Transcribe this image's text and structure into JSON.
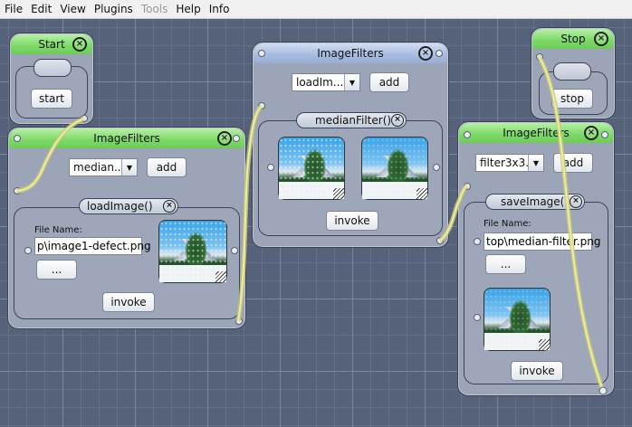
{
  "menubar": {
    "items": [
      {
        "label": "File",
        "enabled": true
      },
      {
        "label": "Edit",
        "enabled": true
      },
      {
        "label": "View",
        "enabled": true
      },
      {
        "label": "Plugins",
        "enabled": true
      },
      {
        "label": "Tools",
        "enabled": false
      },
      {
        "label": "Help",
        "enabled": true
      },
      {
        "label": "Info",
        "enabled": true
      }
    ]
  },
  "start_window": {
    "title": "Start",
    "button_label": "start"
  },
  "stop_window": {
    "title": "Stop",
    "button_label": "stop"
  },
  "filters_left": {
    "title": "ImageFilters",
    "select_value": "median...",
    "add_label": "add",
    "method_title": "loadImage()",
    "file_name_label": "File Name:",
    "file_name_value": "p\\image1-defect.png",
    "browse_label": "...",
    "invoke_label": "invoke"
  },
  "filters_middle": {
    "title": "ImageFilters",
    "select_value": "loadIm...",
    "add_label": "add",
    "method_title": "medianFilter()",
    "invoke_label": "invoke"
  },
  "filters_right": {
    "title": "ImageFilters",
    "select_value": "filter3x3...",
    "add_label": "add",
    "method_title": "saveImage()",
    "file_name_label": "File Name:",
    "file_name_value": "top\\median-filter.png",
    "browse_label": "...",
    "invoke_label": "invoke"
  },
  "icons": {
    "close": "close-circle-icon",
    "dropdown": "dropdown-arrow-icon",
    "port": "connector-port-icon"
  },
  "colors": {
    "canvas": "#55627a",
    "title_green": "#7fda69",
    "title_blue": "#a9bddf",
    "wire": "#e7e79a"
  }
}
